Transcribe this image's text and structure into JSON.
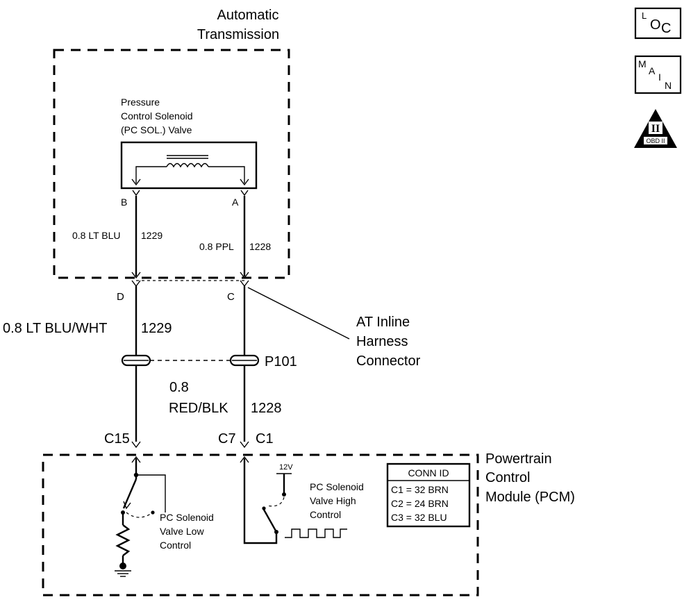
{
  "transmission": {
    "title_line1": "Automatic",
    "title_line2": "Transmission"
  },
  "solenoid": {
    "name_line1": "Pressure",
    "name_line2": "Control Solenoid",
    "name_line3": "(PC SOL.) Valve",
    "terminal_b": "B",
    "terminal_a": "A"
  },
  "internal_wires": {
    "b_label": "0.8 LT BLU",
    "b_circuit": "1229",
    "a_label": "0.8 PPL",
    "a_circuit": "1228"
  },
  "inline_connector": {
    "pin_d": "D",
    "pin_c": "C",
    "name_line1": "AT Inline",
    "name_line2": "Harness",
    "name_line3": "Connector"
  },
  "external_wires": {
    "left_label": "0.8 LT BLU/WHT",
    "left_circuit": "1229",
    "right_label_line1": "0.8",
    "right_label_line2": "RED/BLK",
    "right_circuit": "1228"
  },
  "splice": {
    "name": "P101"
  },
  "pcm": {
    "name_line1": "Powertrain",
    "name_line2": "Control",
    "name_line3": "Module (PCM)",
    "pin_c15": "C15",
    "pin_c7": "C7",
    "pin_c1": "C1",
    "voltage": "12V",
    "low_control_line1": "PC Solenoid",
    "low_control_line2": "Valve Low",
    "low_control_line3": "Control",
    "high_control_line1": "PC Solenoid",
    "high_control_line2": "Valve High",
    "high_control_line3": "Control"
  },
  "conn_id": {
    "header": "CONN ID",
    "rows": [
      "C1 = 32 BRN",
      "C2 = 24 BRN",
      "C3 = 32 BLU"
    ]
  },
  "icons": {
    "loc_letters": [
      "L",
      "O",
      "C"
    ],
    "main_letters": [
      "M",
      "A",
      "I",
      "N"
    ],
    "obd_roman": "II",
    "obd_text": "OBD II"
  }
}
